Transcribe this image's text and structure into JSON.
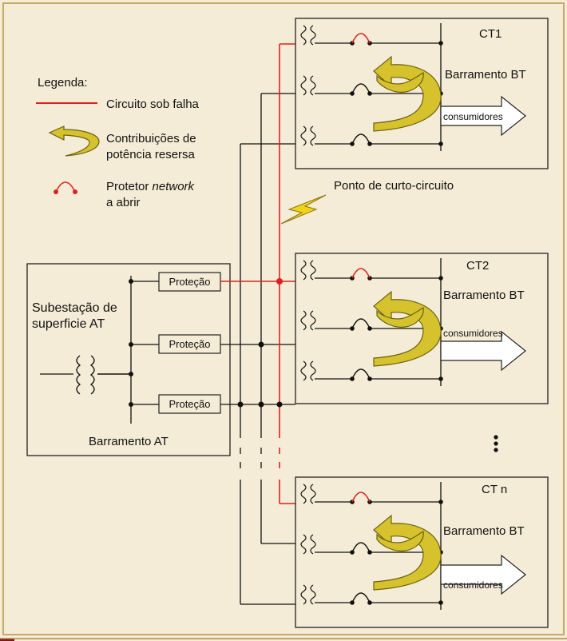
{
  "legend": {
    "title": "Legenda:",
    "faulted_circuit": "Circuito sob falha",
    "reverse_power_line1": "Contribuições de",
    "reverse_power_line2": "potência resersa",
    "protector_line1_prefix": "Protetor ",
    "protector_line1_italic": "network",
    "protector_line2": "a abrir"
  },
  "substation": {
    "title_line1": "Subestação de",
    "title_line2": "superficie AT",
    "bus_label": "Barramento AT",
    "protection_labels": [
      "Proteção",
      "Proteção",
      "Proteção"
    ]
  },
  "fault_point_label": "Ponto de curto-circuito",
  "stations": [
    {
      "name": "CT1",
      "bus_label": "Barramento BT",
      "consumers_label": "consumidores"
    },
    {
      "name": "CT2",
      "bus_label": "Barramento BT",
      "consumers_label": "consumidores"
    },
    {
      "name": "CT n",
      "bus_label": "Barramento BT",
      "consumers_label": "consumidores"
    }
  ],
  "colors": {
    "background": "#f4ecd6",
    "frame": "#c8a96a",
    "fault": "#e02020",
    "arrow_fill": "#d6c22c",
    "arrow_stroke": "#6b6210",
    "lightning": "#f0d418"
  }
}
